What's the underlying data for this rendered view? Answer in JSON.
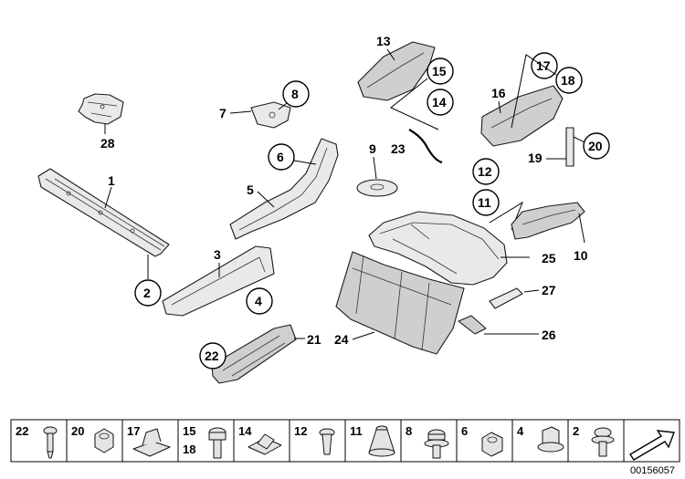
{
  "callouts": {
    "n1": "1",
    "n2": "2",
    "n3": "3",
    "n4": "4",
    "n5": "5",
    "n6": "6",
    "n7": "7",
    "n8": "8",
    "n9": "9",
    "n10": "10",
    "n11": "11",
    "n12": "12",
    "n13": "13",
    "n14": "14",
    "n15": "15",
    "n16": "16",
    "n17": "17",
    "n18": "18",
    "n19": "19",
    "n20": "20",
    "n21": "21",
    "n22": "22",
    "n23": "23",
    "n24": "24",
    "n25": "25",
    "n26": "26",
    "n27": "27",
    "n28": "28"
  },
  "legend": [
    {
      "label": "22"
    },
    {
      "label": "20"
    },
    {
      "label": "17"
    },
    {
      "label": "15",
      "label2": "18"
    },
    {
      "label": "14"
    },
    {
      "label": "12"
    },
    {
      "label": "11"
    },
    {
      "label": "8"
    },
    {
      "label": "6"
    },
    {
      "label": "4"
    },
    {
      "label": "2"
    }
  ],
  "catalog_number": "00156057"
}
